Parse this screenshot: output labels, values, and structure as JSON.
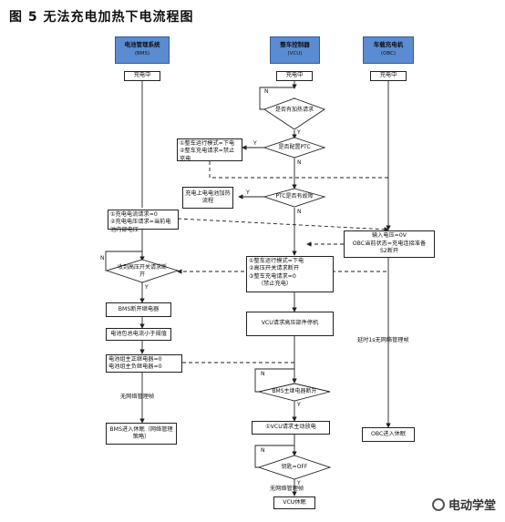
{
  "figure_title": "图 5    无法充电加热下电流程图",
  "headers": {
    "bms": {
      "name": "电池管理系统",
      "abbr": "(BMS)"
    },
    "vcu": {
      "name": "整车控制器",
      "abbr": "(VCU)"
    },
    "obc": {
      "name": "车载充电机",
      "abbr": "(OBC)"
    }
  },
  "charging": {
    "bms": "充电中",
    "vcu": "充电中",
    "obc": "充电中"
  },
  "decisions": {
    "heat_request": "是否有加热请求",
    "ptc_config": "是否配置PTC",
    "ptc_fault": "PTC是否有故障",
    "hv_switch": "收到高压开关请求断开",
    "bms_relay": "BMS主继电器断开",
    "heat_off": "钥匙=OFF"
  },
  "boxes": {
    "vcu_mode_1": "①整车运行模式=下电",
    "vcu_mode_2": "②整车充电请求=禁止充电",
    "heat_flow": "充电上电电池加热流程",
    "bms_req_1": "①充电电流请求=0",
    "bms_req_2": "②充电电压请求=当前电池内部电压",
    "obc_input_1": "输入电压=0V",
    "obc_input_2": "OBC当前状态=充电连接准备",
    "obc_input_3": "S2断开",
    "vcu_run_1": "①整车运行模式=下电",
    "vcu_run_2": "②高压开关请求断开",
    "vcu_run_3": "③整车充电请求=0",
    "vcu_run_4": "（禁止充电）",
    "bms_relay_off": "BMS断开继电器",
    "battery_current": "电池包总电流小于阈值",
    "relay_pos": "电池组主正继电器=0",
    "relay_neg": "电池组主负继电器=0",
    "vcu_stop": "VCU请求高压部件停机",
    "vcu_discharge": "①VCU请求主动放电",
    "bms_sleep": "BMS进入休眠（网络管理策略）",
    "obc_sleep": "OBC进入休眠",
    "vcu_sleep": "VCU休眠"
  },
  "plain_text": {
    "bms_no_network": "无网络管理帧",
    "obc_no_network": "延时1s无网络管理帧",
    "vcu_no_network": "无网络管理帧"
  },
  "edge_labels": {
    "yes": "Y",
    "no": "N"
  },
  "watermark": "电动学堂",
  "colors": {
    "header_fill": "#5b8bd0",
    "line": "#222222"
  }
}
